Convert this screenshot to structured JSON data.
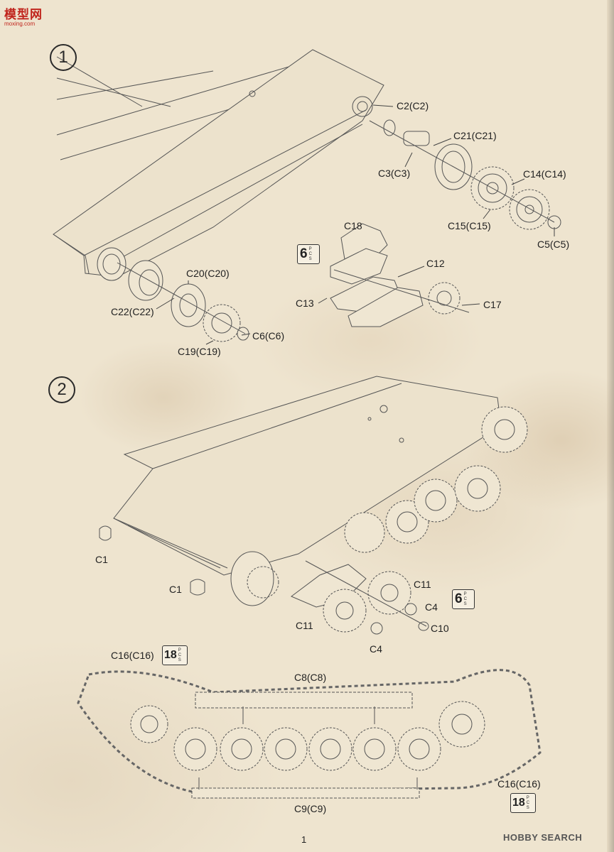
{
  "logo": {
    "text": "模型网",
    "url": "moxing.com"
  },
  "steps": [
    "1",
    "2"
  ],
  "step1_labels": {
    "c2": "C2(C2)",
    "c21": "C21(C21)",
    "c3": "C3(C3)",
    "c14": "C14(C14)",
    "c15": "C15(C15)",
    "c5": "C5(C5)",
    "c18": "C18",
    "c12": "C12",
    "c13": "C13",
    "c17": "C17",
    "c20": "C20(C20)",
    "c22": "C22(C22)",
    "c19": "C19(C19)",
    "c6": "C6(C6)"
  },
  "step1_pcs": {
    "count": "6",
    "unit": "PCS"
  },
  "step2_labels": {
    "c1a": "C1",
    "c1b": "C1",
    "c11a": "C11",
    "c4a": "C4",
    "c11b": "C11",
    "c10": "C10",
    "c4b": "C4"
  },
  "step2_pcs": {
    "count": "6",
    "unit": "PCS"
  },
  "track_labels": {
    "c16a": "C16(C16)",
    "c8": "C8(C8)",
    "c16b": "C16(C16)",
    "c9": "C9(C9)"
  },
  "track_pcs_a": {
    "count": "18",
    "unit": "PCS"
  },
  "track_pcs_b": {
    "count": "18",
    "unit": "PCS"
  },
  "page_number": "1",
  "watermark": "HOBBY SEARCH"
}
